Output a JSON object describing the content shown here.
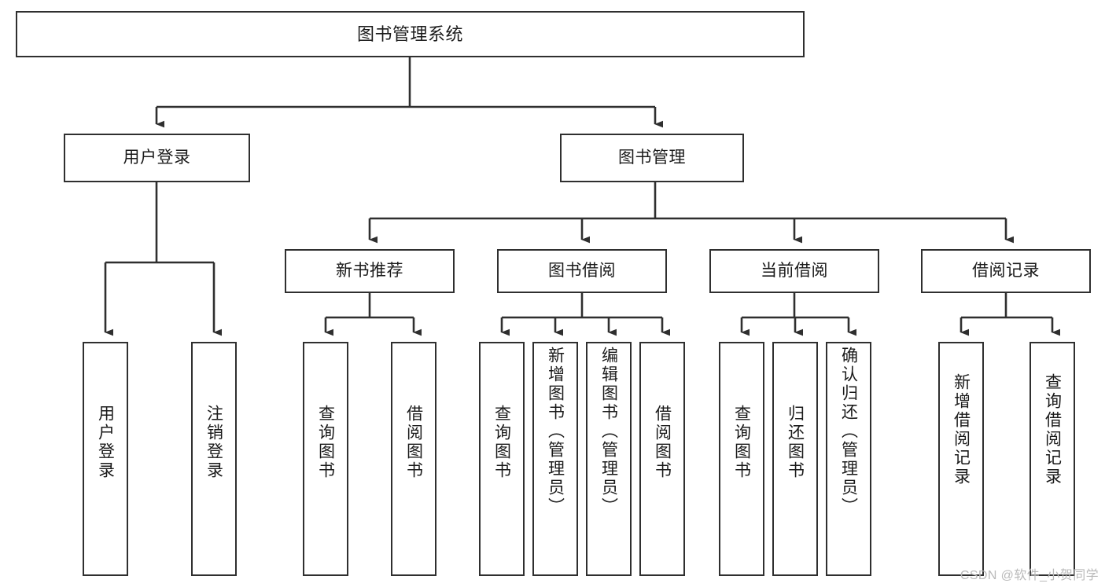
{
  "diagram": {
    "title": "图书管理系统",
    "type": "tree",
    "watermark": "CSDN @软件_小贺同学",
    "colors": {
      "box_border": "#2f2f2f",
      "box_fill": "#ffffff",
      "text": "#1a1a1a",
      "connector": "#2f2f2f",
      "watermark": "#b9b9b9",
      "background": "#ffffff"
    },
    "nodes": {
      "root": {
        "label": "图书管理系统",
        "level": 1
      },
      "user_login": {
        "label": "用户登录",
        "level": 2
      },
      "book_manage": {
        "label": "图书管理",
        "level": 2
      },
      "new_book_rec": {
        "label": "新书推荐",
        "level": 3
      },
      "book_borrow": {
        "label": "图书借阅",
        "level": 3
      },
      "current_borrow": {
        "label": "当前借阅",
        "level": 3
      },
      "borrow_record": {
        "label": "借阅记录",
        "level": 3
      },
      "leaf_user_login": {
        "label": "用户登录",
        "level": 4
      },
      "leaf_logout": {
        "label": "注销登录",
        "level": 4
      },
      "leaf_query_book_1": {
        "label": "查询图书",
        "level": 4
      },
      "leaf_borrow_book_1": {
        "label": "借阅图书",
        "level": 4
      },
      "leaf_query_book_2": {
        "label": "查询图书",
        "level": 4
      },
      "leaf_add_book": {
        "label": "新增图书（管理员）",
        "level": 4
      },
      "leaf_edit_book": {
        "label": "编辑图书（管理员）",
        "level": 4
      },
      "leaf_borrow_book_2": {
        "label": "借阅图书",
        "level": 4
      },
      "leaf_query_book_3": {
        "label": "查询图书",
        "level": 4
      },
      "leaf_return_book": {
        "label": "归还图书",
        "level": 4
      },
      "leaf_confirm_return": {
        "label": "确认归还（管理员）",
        "level": 4
      },
      "leaf_add_record": {
        "label": "新增借阅记录",
        "level": 4
      },
      "leaf_query_record": {
        "label": "查询借阅记录",
        "level": 4
      }
    },
    "edges": [
      {
        "from": "root",
        "to": "user_login"
      },
      {
        "from": "root",
        "to": "book_manage"
      },
      {
        "from": "user_login",
        "to": "leaf_user_login"
      },
      {
        "from": "user_login",
        "to": "leaf_logout"
      },
      {
        "from": "book_manage",
        "to": "new_book_rec"
      },
      {
        "from": "book_manage",
        "to": "book_borrow"
      },
      {
        "from": "book_manage",
        "to": "current_borrow"
      },
      {
        "from": "book_manage",
        "to": "borrow_record"
      },
      {
        "from": "new_book_rec",
        "to": "leaf_query_book_1"
      },
      {
        "from": "new_book_rec",
        "to": "leaf_borrow_book_1"
      },
      {
        "from": "book_borrow",
        "to": "leaf_query_book_2"
      },
      {
        "from": "book_borrow",
        "to": "leaf_add_book"
      },
      {
        "from": "book_borrow",
        "to": "leaf_edit_book"
      },
      {
        "from": "book_borrow",
        "to": "leaf_borrow_book_2"
      },
      {
        "from": "current_borrow",
        "to": "leaf_query_book_3"
      },
      {
        "from": "current_borrow",
        "to": "leaf_return_book"
      },
      {
        "from": "current_borrow",
        "to": "leaf_confirm_return"
      },
      {
        "from": "borrow_record",
        "to": "leaf_add_record"
      },
      {
        "from": "borrow_record",
        "to": "leaf_query_record"
      }
    ]
  }
}
